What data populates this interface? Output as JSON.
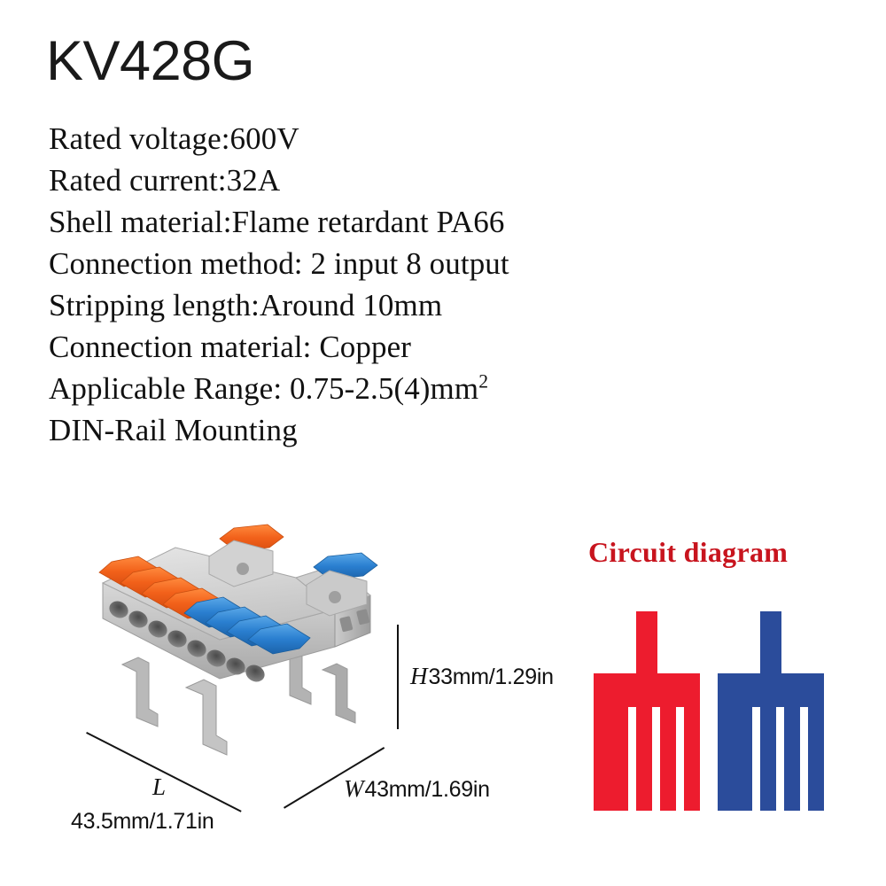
{
  "product": {
    "model": "KV428G"
  },
  "specs": [
    {
      "id": "rated-voltage",
      "text": "Rated voltage:600V"
    },
    {
      "id": "rated-current",
      "text": "Rated current:32A"
    },
    {
      "id": "shell-material",
      "text": "Shell material:Flame retardant PA66"
    },
    {
      "id": "connection-method",
      "text": "Connection method: 2 input 8 output"
    },
    {
      "id": "stripping-length",
      "text": "Stripping length:Around 10mm"
    },
    {
      "id": "connection-material",
      "text": "Connection material: Copper"
    },
    {
      "id": "applicable-range",
      "text": "Applicable Range: 0.75-2.5(4)mm",
      "superscript": "2"
    },
    {
      "id": "din-rail-mounting",
      "text": "DIN-Rail Mounting"
    }
  ],
  "dimensions": {
    "height": {
      "letter": "H",
      "value": "33mm/1.29in"
    },
    "width": {
      "letter": "W",
      "value": "43mm/1.69in"
    },
    "length": {
      "letter": "L",
      "value": "43.5mm/1.71in"
    }
  },
  "circuit": {
    "title": "Circuit diagram",
    "red_color": "#ED1C2E",
    "blue_color": "#2B4C9B",
    "inputs": 2,
    "outputs_per_input": 4
  },
  "photo": {
    "description": "din-rail-terminal-block",
    "body_color": "#BFBFBF",
    "lever_orange": "#F26A21",
    "lever_blue": "#2E7FD4",
    "port_count": 8,
    "orange_levers": 4,
    "blue_levers": 4
  }
}
